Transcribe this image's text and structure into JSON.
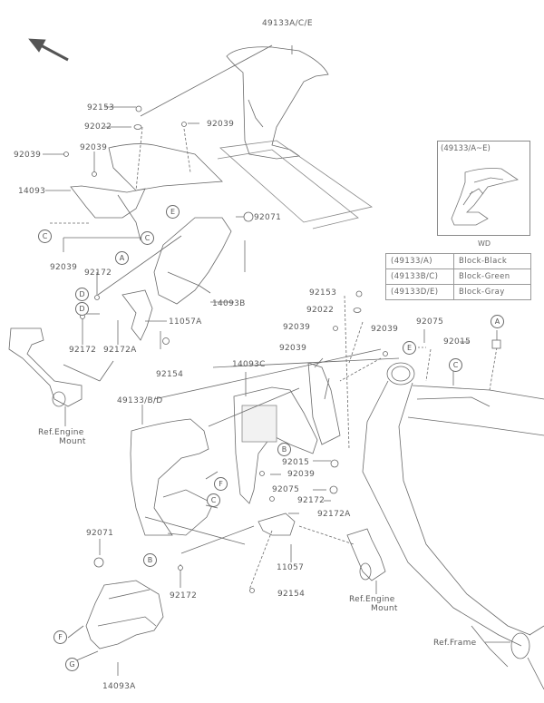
{
  "diagram": {
    "title": "Cowling Lowers parts diagram",
    "direction_arrow": "front-direction-arrow",
    "part_labels": {
      "p49133ACE": "49133A/C/E",
      "p92153_top": "92153",
      "p92022_top": "92022",
      "p92039_topright": "92039",
      "p92039_left": "92039",
      "p92039_mid": "92039",
      "p14093": "14093",
      "p92039_clip": "92039",
      "p92172_top": "92172",
      "p92071_top": "92071",
      "p14093B": "14093B",
      "p11057A": "11057A",
      "p92172_left": "92172",
      "p92172A_left": "92172A",
      "p92154_top": "92154",
      "p92153_right": "92153",
      "p92022_right": "92022",
      "p92039_r1": "92039",
      "p92039_r2": "92039",
      "p92039_r3": "92039",
      "p92075_top": "92075",
      "p92015_top": "92015",
      "p14093C": "14093C",
      "p49133BD": "49133/B/D",
      "p92015_mid": "92015",
      "p92039_lower": "92039",
      "p92075_mid": "92075",
      "p92172_mid": "92172",
      "p92172A_mid": "92172A",
      "p92071_bottom": "92071",
      "p92172_bottom": "92172",
      "p11057": "11057",
      "p92154_bottom": "92154",
      "p14093A": "14093A"
    },
    "ref_labels": {
      "engine_mount_left_1": "Ref.Engine",
      "engine_mount_left_2": "Mount",
      "engine_mount_right_1": "Ref.Engine",
      "engine_mount_right_2": "Mount",
      "frame": "Ref.Frame"
    },
    "connector_marks": {
      "E1": "E",
      "C1": "C",
      "C2": "C",
      "A1": "A",
      "D1": "D",
      "D2": "D",
      "A2": "A",
      "E2": "E",
      "C3": "C",
      "B1": "B",
      "F1": "F",
      "C4": "C",
      "B2": "B",
      "F2": "F",
      "G1": "G"
    },
    "inset": {
      "title": "(49133/A~E)",
      "caption": "WD"
    },
    "color_table": [
      {
        "code": "(49133/A)",
        "color": "Block-Black"
      },
      {
        "code": "(49133B/C)",
        "color": "Block-Green"
      },
      {
        "code": "(49133D/E)",
        "color": "Block-Gray"
      }
    ]
  }
}
